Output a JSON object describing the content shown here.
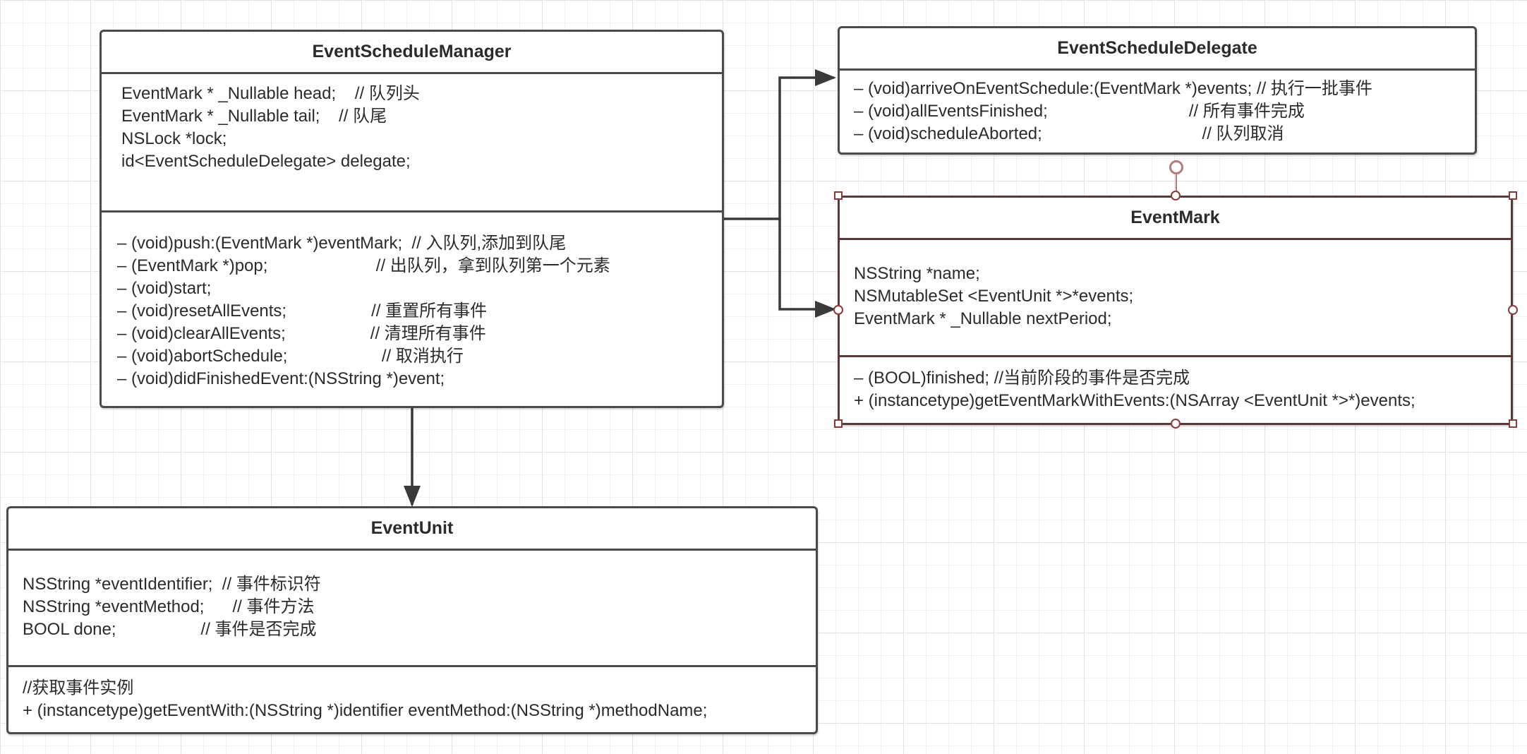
{
  "diagram": {
    "classes": {
      "manager": {
        "name": "EventScheduleManager",
        "attributes": [
          "EventMark * _Nullable head;    // 队列头",
          "EventMark * _Nullable tail;    // 队尾",
          "NSLock *lock;",
          "id<EventScheduleDelegate> delegate;"
        ],
        "methods": [
          "– (void)push:(EventMark *)eventMark;  // 入队列,添加到队尾",
          "– (EventMark *)pop;                       // 出队列，拿到队列第一个元素",
          "– (void)start;",
          "– (void)resetAllEvents;                  // 重置所有事件",
          "– (void)clearAllEvents;                  // 清理所有事件",
          "– (void)abortSchedule;                    // 取消执行",
          "– (void)didFinishedEvent:(NSString *)event;"
        ]
      },
      "delegate": {
        "name": "EventScheduleDelegate",
        "methods": [
          "– (void)arriveOnEventSchedule:(EventMark *)events; // 执行一批事件",
          "– (void)allEventsFinished;                              // 所有事件完成",
          "– (void)scheduleAborted;                                  // 队列取消"
        ]
      },
      "mark": {
        "name": "EventMark",
        "attributes": [
          "NSString *name;",
          "NSMutableSet <EventUnit *>*events;",
          "EventMark * _Nullable nextPeriod;"
        ],
        "methods": [
          "– (BOOL)finished; //当前阶段的事件是否完成",
          "+ (instancetype)getEventMarkWithEvents:(NSArray <EventUnit *>*)events;"
        ]
      },
      "unit": {
        "name": "EventUnit",
        "attributes": [
          "NSString *eventIdentifier;  // 事件标识符",
          "NSString *eventMethod;      // 事件方法",
          "BOOL done;                  // 事件是否完成"
        ],
        "methods": [
          "//获取事件实例",
          "+ (instancetype)getEventWith:(NSString *)identifier eventMethod:(NSString *)methodName;"
        ]
      }
    },
    "colors": {
      "border": "#4a4a4a",
      "selected_border": "#5a3838",
      "handle": "#8a3a3a",
      "connector": "#3a3a3a",
      "grid": "#e3e3e3"
    }
  }
}
